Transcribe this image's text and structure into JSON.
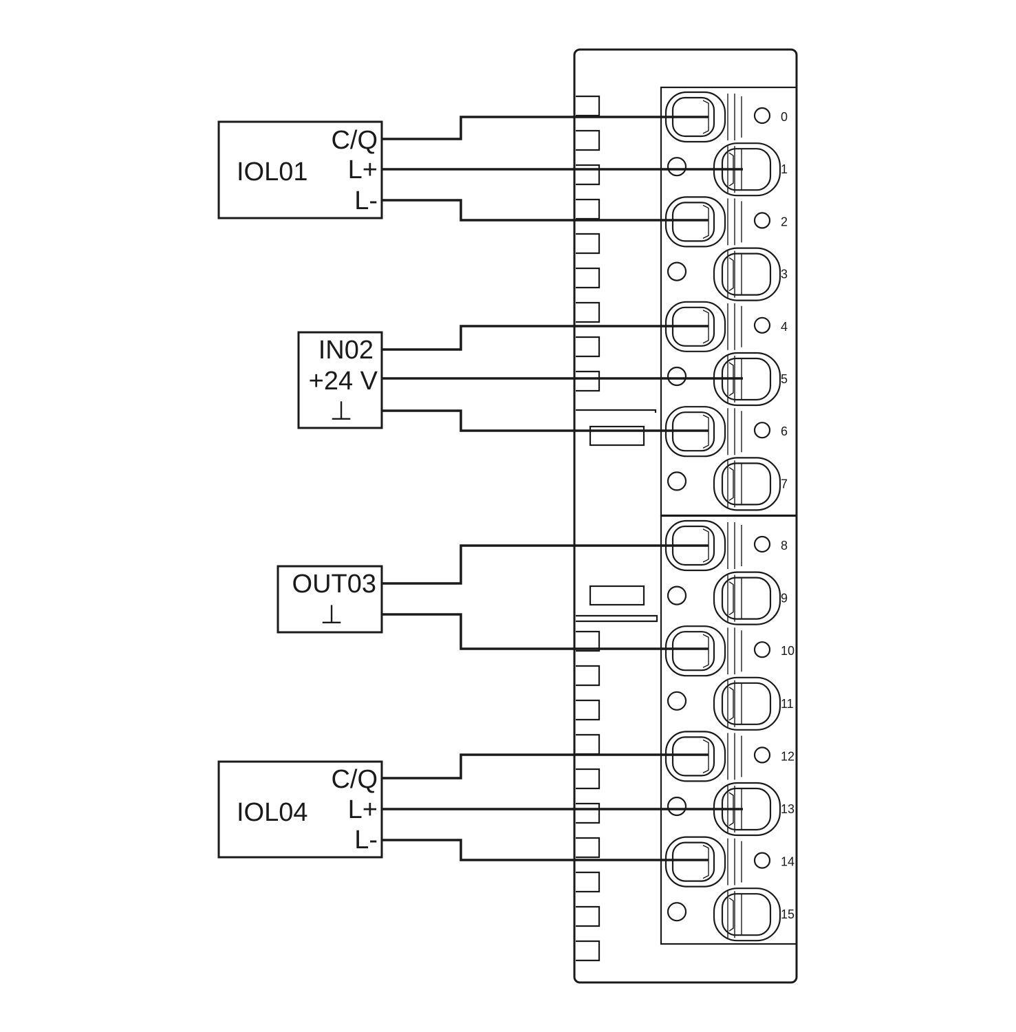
{
  "devices": [
    {
      "id": "iol01",
      "name": "IOL01",
      "pins": [
        "C/Q",
        "L+",
        "L-"
      ],
      "terminals": [
        0,
        1,
        2
      ]
    },
    {
      "id": "in02",
      "name": "IN02",
      "pins": [
        "+24 V",
        "⊥"
      ],
      "terminals": [
        4,
        5,
        6
      ]
    },
    {
      "id": "out03",
      "name": "OUT03",
      "pins": [
        "⊥"
      ],
      "terminals": [
        8,
        10
      ]
    },
    {
      "id": "iol04",
      "name": "IOL04",
      "pins": [
        "C/Q",
        "L+",
        "L-"
      ],
      "terminals": [
        12,
        13,
        14
      ]
    }
  ],
  "terminal_labels": [
    "0",
    "1",
    "2",
    "3",
    "4",
    "5",
    "6",
    "7",
    "8",
    "9",
    "10",
    "11",
    "12",
    "13",
    "14",
    "15"
  ]
}
